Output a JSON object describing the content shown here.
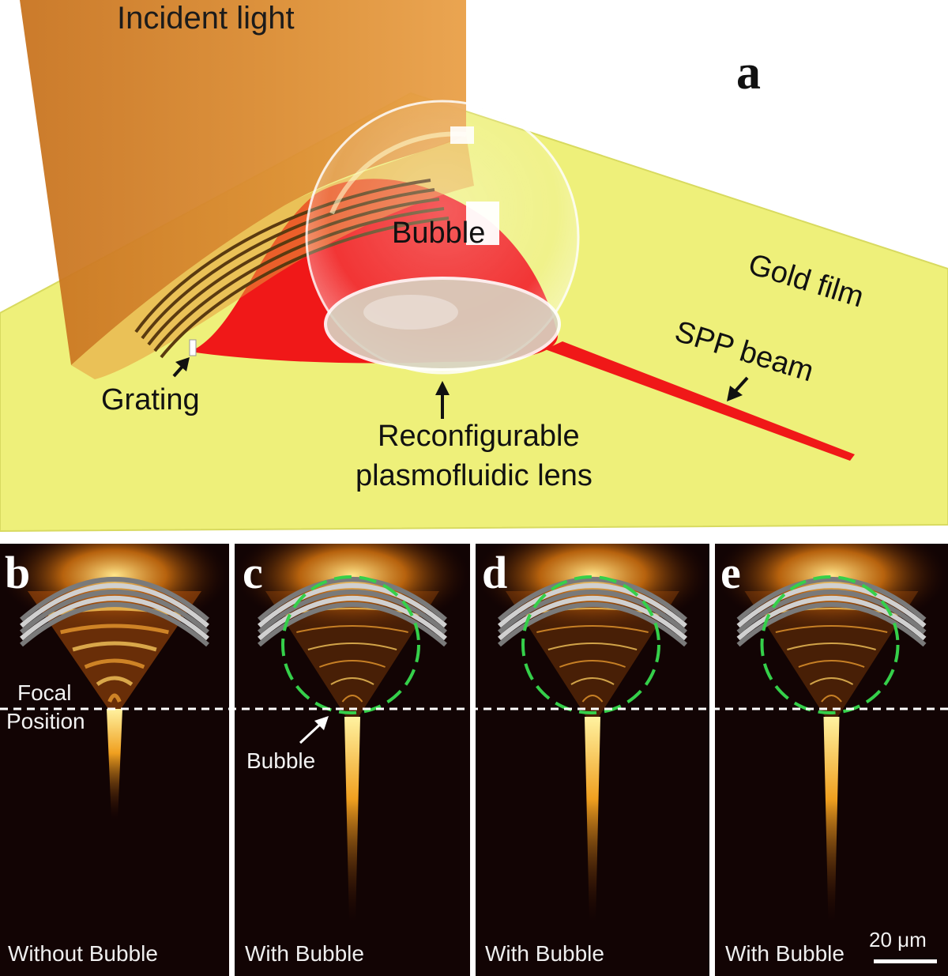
{
  "panel_a": {
    "letter": "a",
    "labels": {
      "incident_light": "Incident light",
      "bubble": "Bubble",
      "gold_film": "Gold film",
      "spp_beam": "SPP beam",
      "grating": "Grating",
      "lens_line1": "Reconfigurable",
      "lens_line2": "plasmofluidic lens"
    },
    "colors": {
      "gold_film": "#eef07a",
      "incident_light": "#d98a2b",
      "spp": "#f01818",
      "grating": "#5a3a10"
    }
  },
  "panels": [
    {
      "letter": "b",
      "caption": "Without Bubble",
      "has_bubble": false
    },
    {
      "letter": "c",
      "caption": "With Bubble",
      "has_bubble": true
    },
    {
      "letter": "d",
      "caption": "With Bubble",
      "has_bubble": true
    },
    {
      "letter": "e",
      "caption": "With Bubble",
      "has_bubble": true
    }
  ],
  "annotations": {
    "focal_line1": "Focal",
    "focal_line2": "Position",
    "bubble_pointer": "Bubble",
    "scale_bar": "20 μm"
  },
  "colors": {
    "panel_bg": "#120404",
    "intensity_hot": "#ffe27a",
    "intensity_mid": "#e07a10",
    "bubble_outline": "#35d04a",
    "focal_line": "#ffffff"
  }
}
